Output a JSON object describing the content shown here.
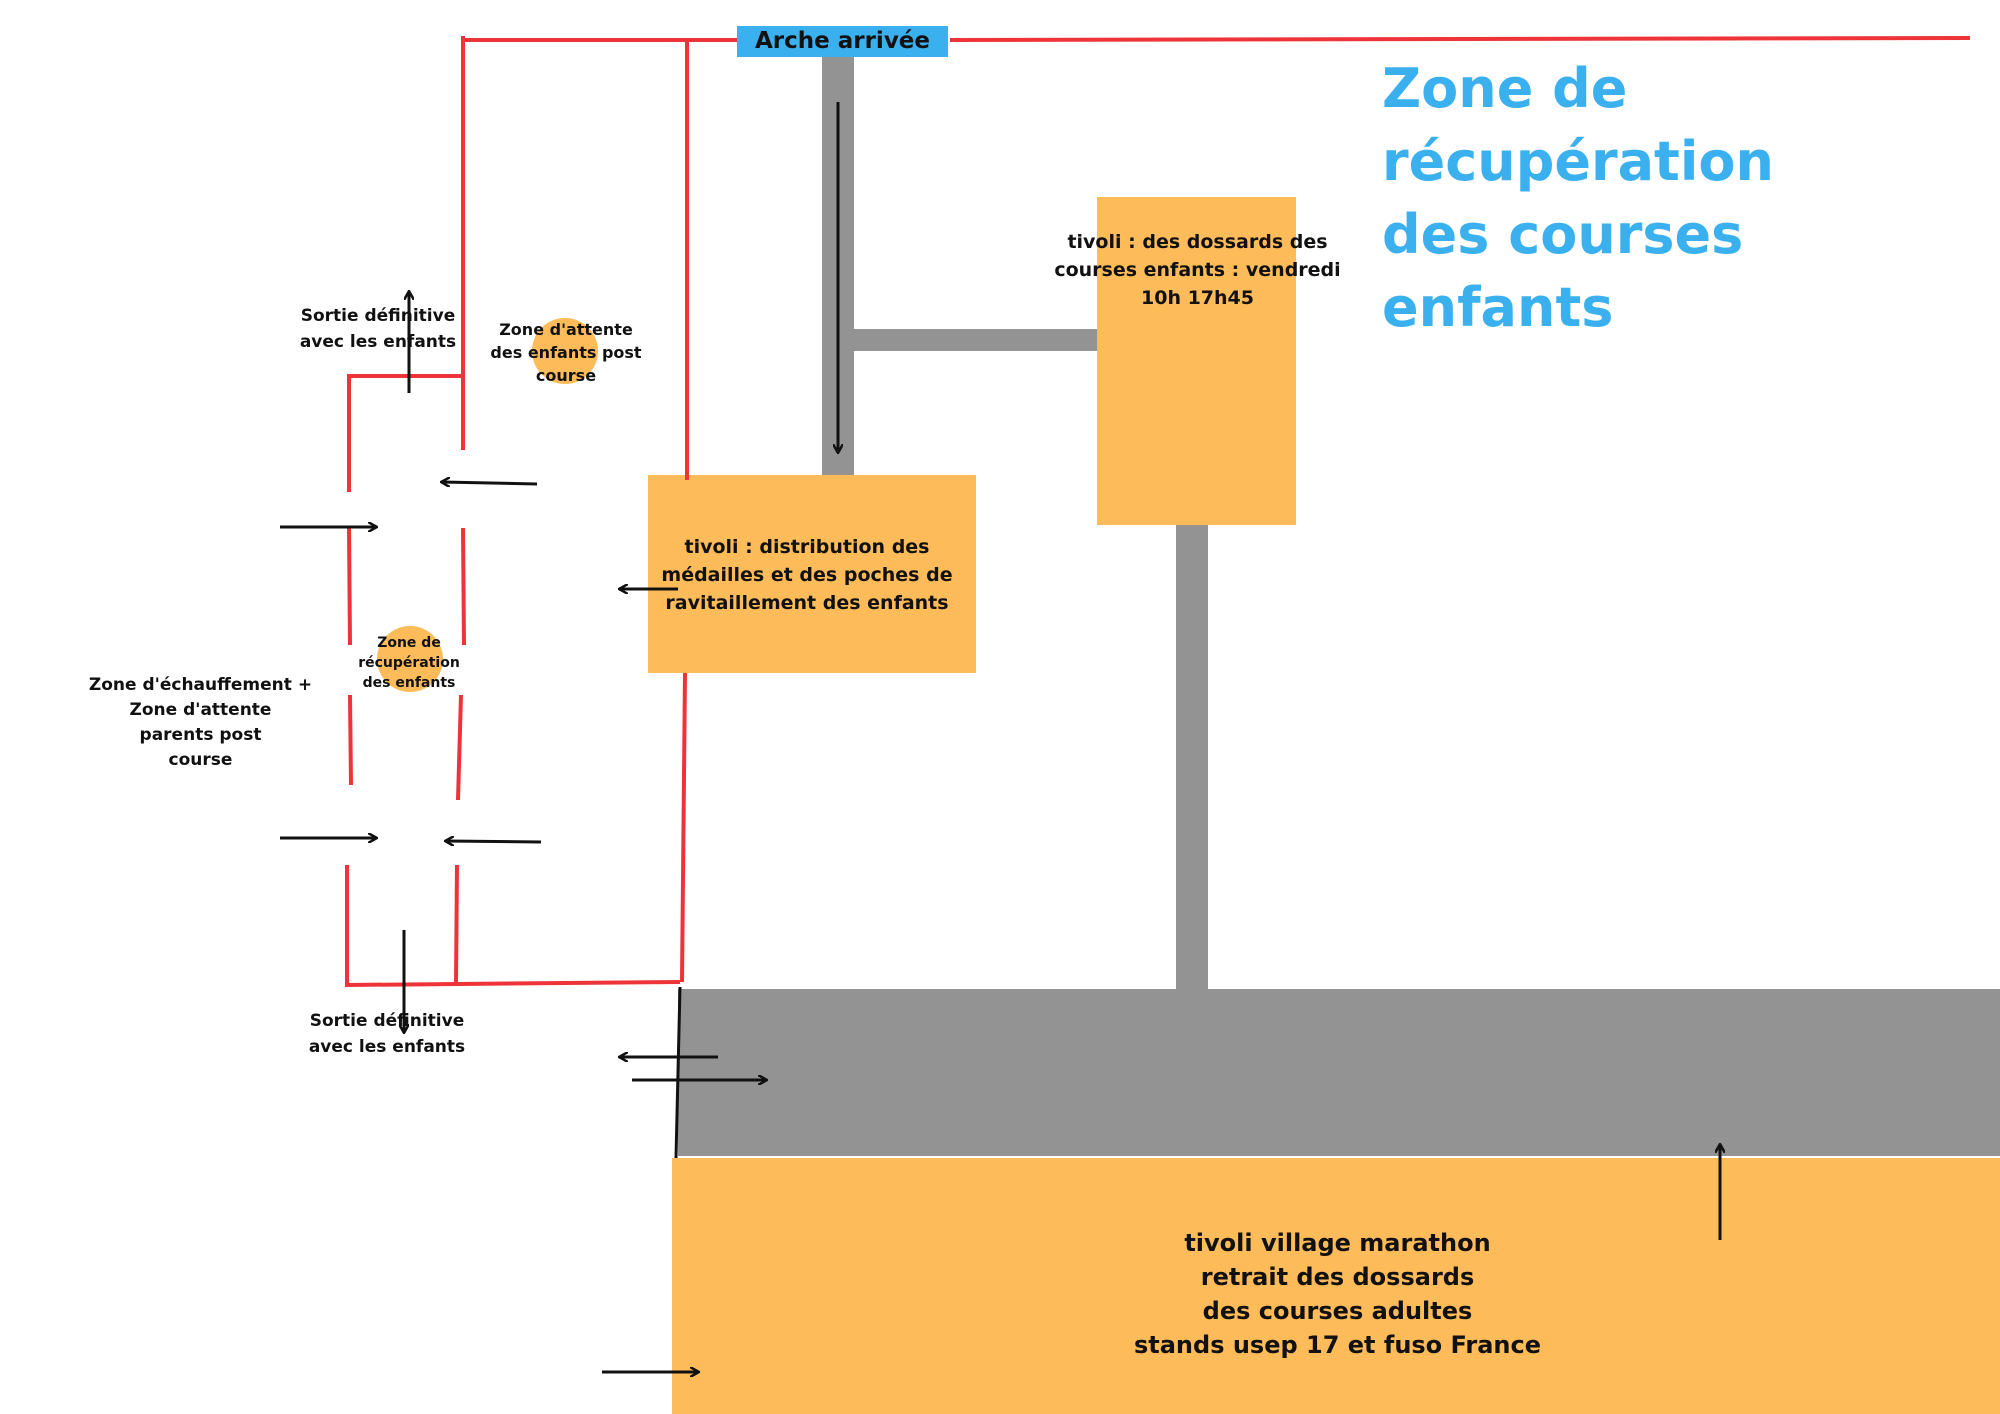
{
  "title": "Zone de récupération\ndes courses enfants",
  "arch_label": "Arche arrivée",
  "zones": {
    "dossards_enfants": "tivoli : des dossards des\ncourses enfants : vendredi\n10h 17h45",
    "medailles": "tivoli : distribution des\nmédailles et des poches de\nravitaillement des enfants",
    "village": "tivoli village marathon\nretrait des dossards\ndes courses adultes\nstands usep 17 et fuso France",
    "attente_enfants": "Zone d'attente\ndes enfants post\ncourse",
    "recuperation_enfants": "Zone de\nrécupération\ndes enfants",
    "echauffement": "Zone d'échauffement +\nZone d'attente\nparents post\ncourse",
    "sortie_haut": "Sortie définitive\navec les enfants",
    "sortie_bas": "Sortie définitive\navec les enfants"
  },
  "colors": {
    "title": "#3bb0ee",
    "arch": "#3bb0ee",
    "zone_fill": "#febb59",
    "path": "#939393",
    "barrier": "#ee3339",
    "arrow": "#111111"
  }
}
